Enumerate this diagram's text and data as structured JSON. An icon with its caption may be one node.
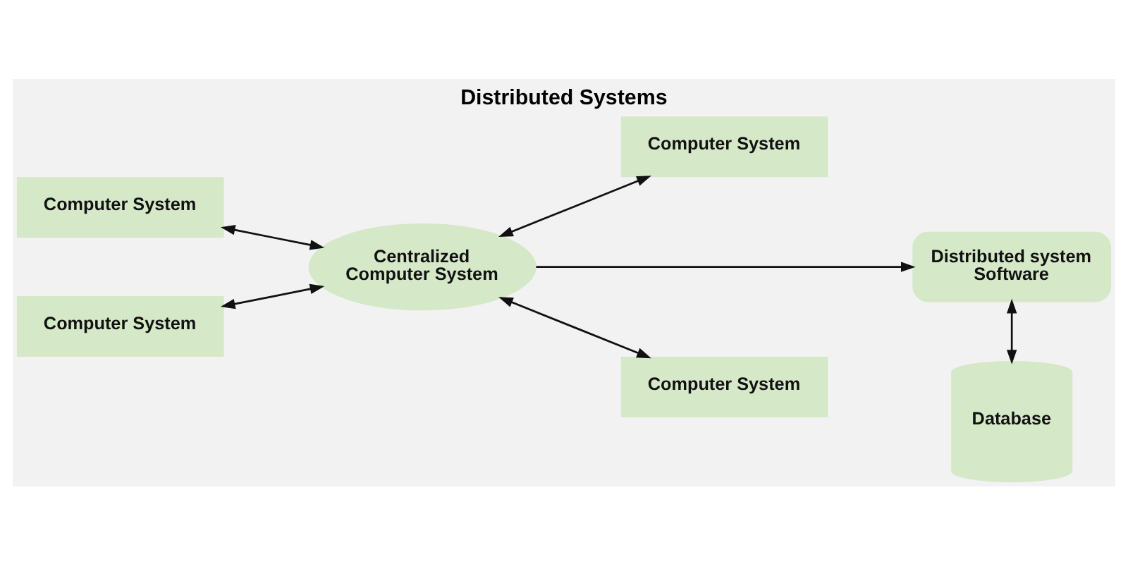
{
  "diagram": {
    "title": "Distributed Systems",
    "nodes": [
      {
        "text": [
          "Computer System"
        ]
      },
      {
        "text": [
          "Computer System"
        ]
      },
      {
        "text": [
          "Centralized Computer System"
        ]
      },
      {
        "text": [
          "Distributed system Software"
        ]
      },
      {
        "text": [
          "Computer System"
        ]
      },
      {
        "text": [
          "Computer System"
        ]
      },
      {
        "text": [
          "Database"
        ]
      }
    ],
    "edges": [
      {
        "from": 0,
        "to": 2,
        "arrow": "both"
      },
      {
        "from": 2,
        "to": 1,
        "arrow": "both"
      },
      {
        "from": 4,
        "to": 2,
        "arrow": "both"
      },
      {
        "from": 2,
        "to": 5,
        "arrow": "both"
      },
      {
        "from": 2,
        "to": 3,
        "arrow": "to"
      },
      {
        "from": 3,
        "to": 6,
        "arrow": "both"
      }
    ]
  }
}
